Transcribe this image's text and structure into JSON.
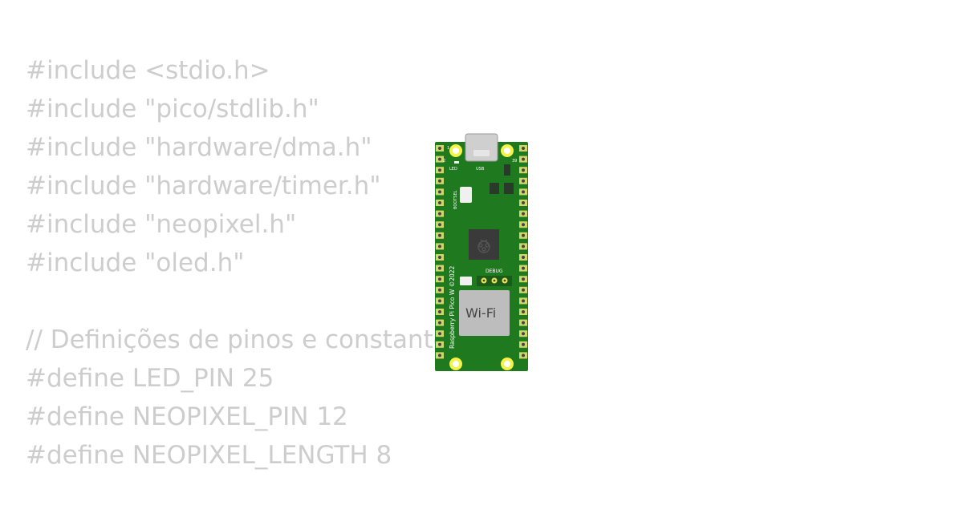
{
  "code": {
    "lines": [
      "#include <stdio.h>",
      "#include \"pico/stdlib.h\"",
      "#include \"hardware/dma.h\"",
      "#include \"hardware/timer.h\"",
      "#include \"neopixel.h\"",
      "#include \"oled.h\"",
      "",
      "// Definições de pinos e constantes",
      "#define LED_PIN 25",
      "#define NEOPIXEL_PIN 12",
      "#define NEOPIXEL_LENGTH 8"
    ]
  },
  "board": {
    "name_label": "Raspberry Pi Pico W ©2022",
    "wifi_label": "Wi-Fi",
    "usb_label": "USB",
    "led_label": "LED",
    "bootsel_label": "BOOTSEL",
    "debug_label": "DEBUG",
    "pin_1_label": "1",
    "pin_2_label": "2",
    "pin_39_label": "39",
    "colors": {
      "pcb": "#1f7a1f",
      "pad": "#e8e84a",
      "chip": "#3a3a3a",
      "wifi_shield": "#bdbdbd"
    },
    "icons": [
      "raspberry-logo-icon"
    ]
  }
}
